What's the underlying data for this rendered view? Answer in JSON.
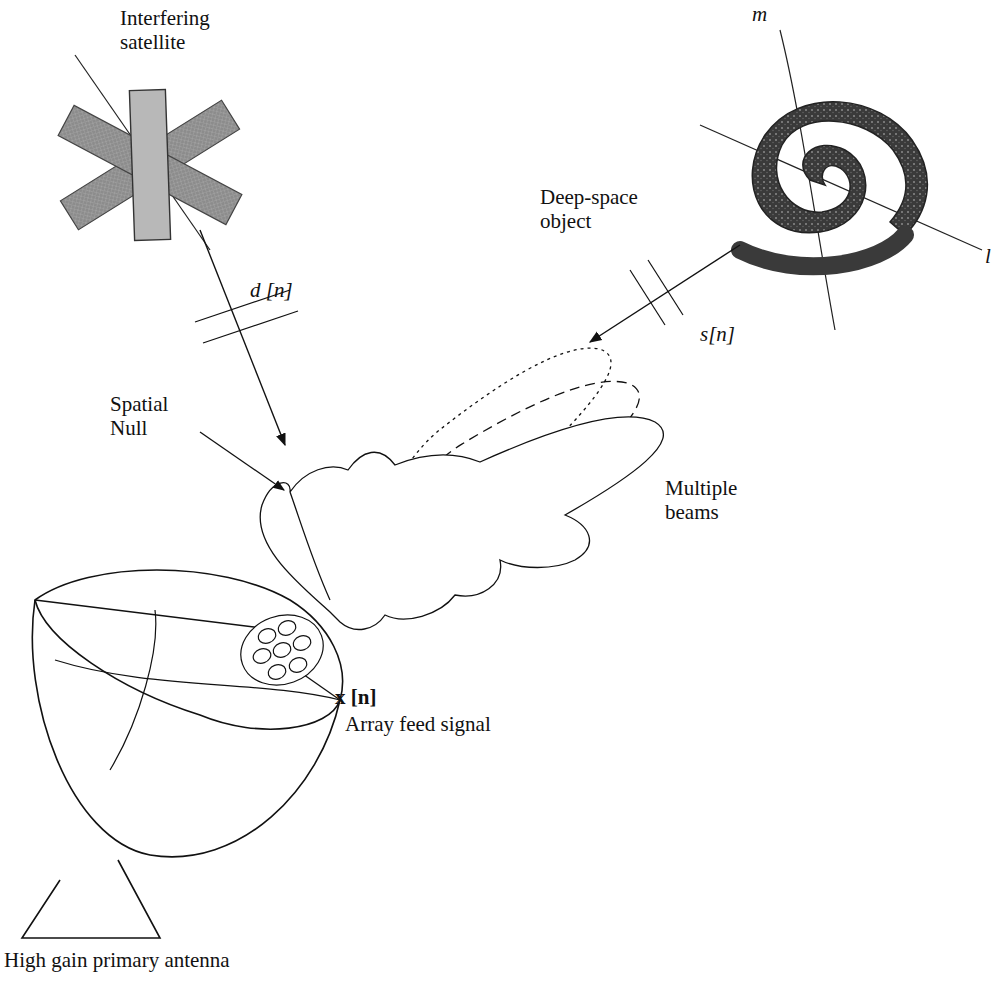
{
  "diagram": {
    "labels": [
      "Interfering satellite",
      "m",
      "Deep-space object",
      "l",
      "d [n]",
      "s[n]",
      "Spatial Null",
      "Multiple beams",
      "x [n]",
      "Array feed signal",
      "High gain primary antenna"
    ]
  }
}
